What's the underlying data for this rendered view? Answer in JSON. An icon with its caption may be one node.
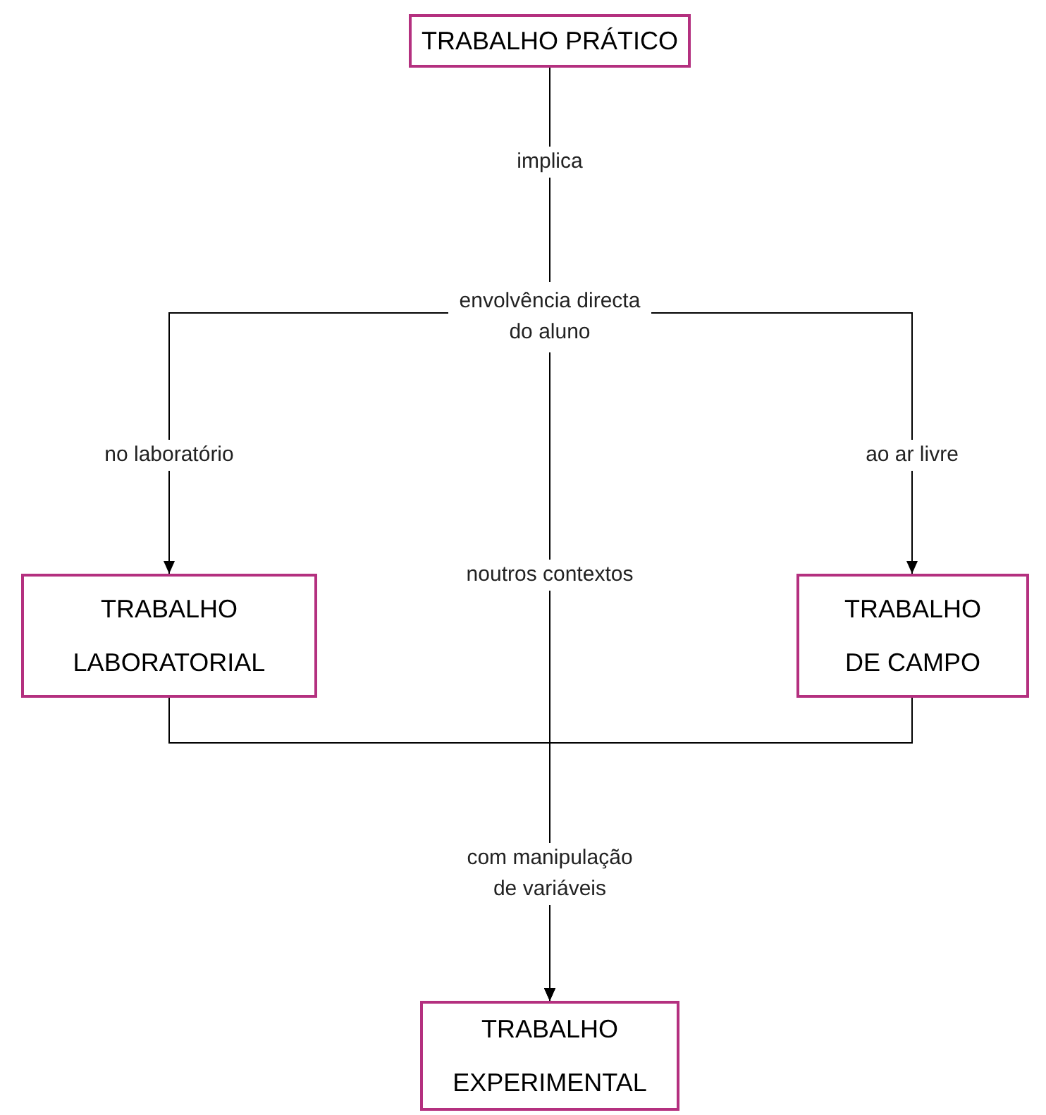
{
  "diagram": {
    "nodes": [
      {
        "text": [
          "TRABALHO PRÁTICO"
        ]
      },
      {
        "text": [
          "envolvência directa do aluno"
        ]
      },
      {
        "text": [
          "TRABALHO LABORATORIAL"
        ]
      },
      {
        "text": [
          "TRABALHO DE CAMPO"
        ]
      },
      {
        "text": [
          "TRABALHO EXPERIMENTAL"
        ]
      }
    ],
    "edges": [
      {
        "from": 0,
        "to": 1,
        "arrow": "none",
        "label": "implica"
      },
      {
        "from": 1,
        "to": 2,
        "arrow": "to",
        "label": "no laboratório"
      },
      {
        "from": 1,
        "to": 3,
        "arrow": "to",
        "label": "ao ar livre"
      },
      {
        "from": 1,
        "to": 4,
        "arrow": "to",
        "label": "noutros contextos"
      },
      {
        "from": 2,
        "to": 4,
        "arrow": "to"
      },
      {
        "from": 3,
        "to": 4,
        "arrow": "to"
      }
    ],
    "labels": [
      "com manipulação de variáveis"
    ]
  }
}
